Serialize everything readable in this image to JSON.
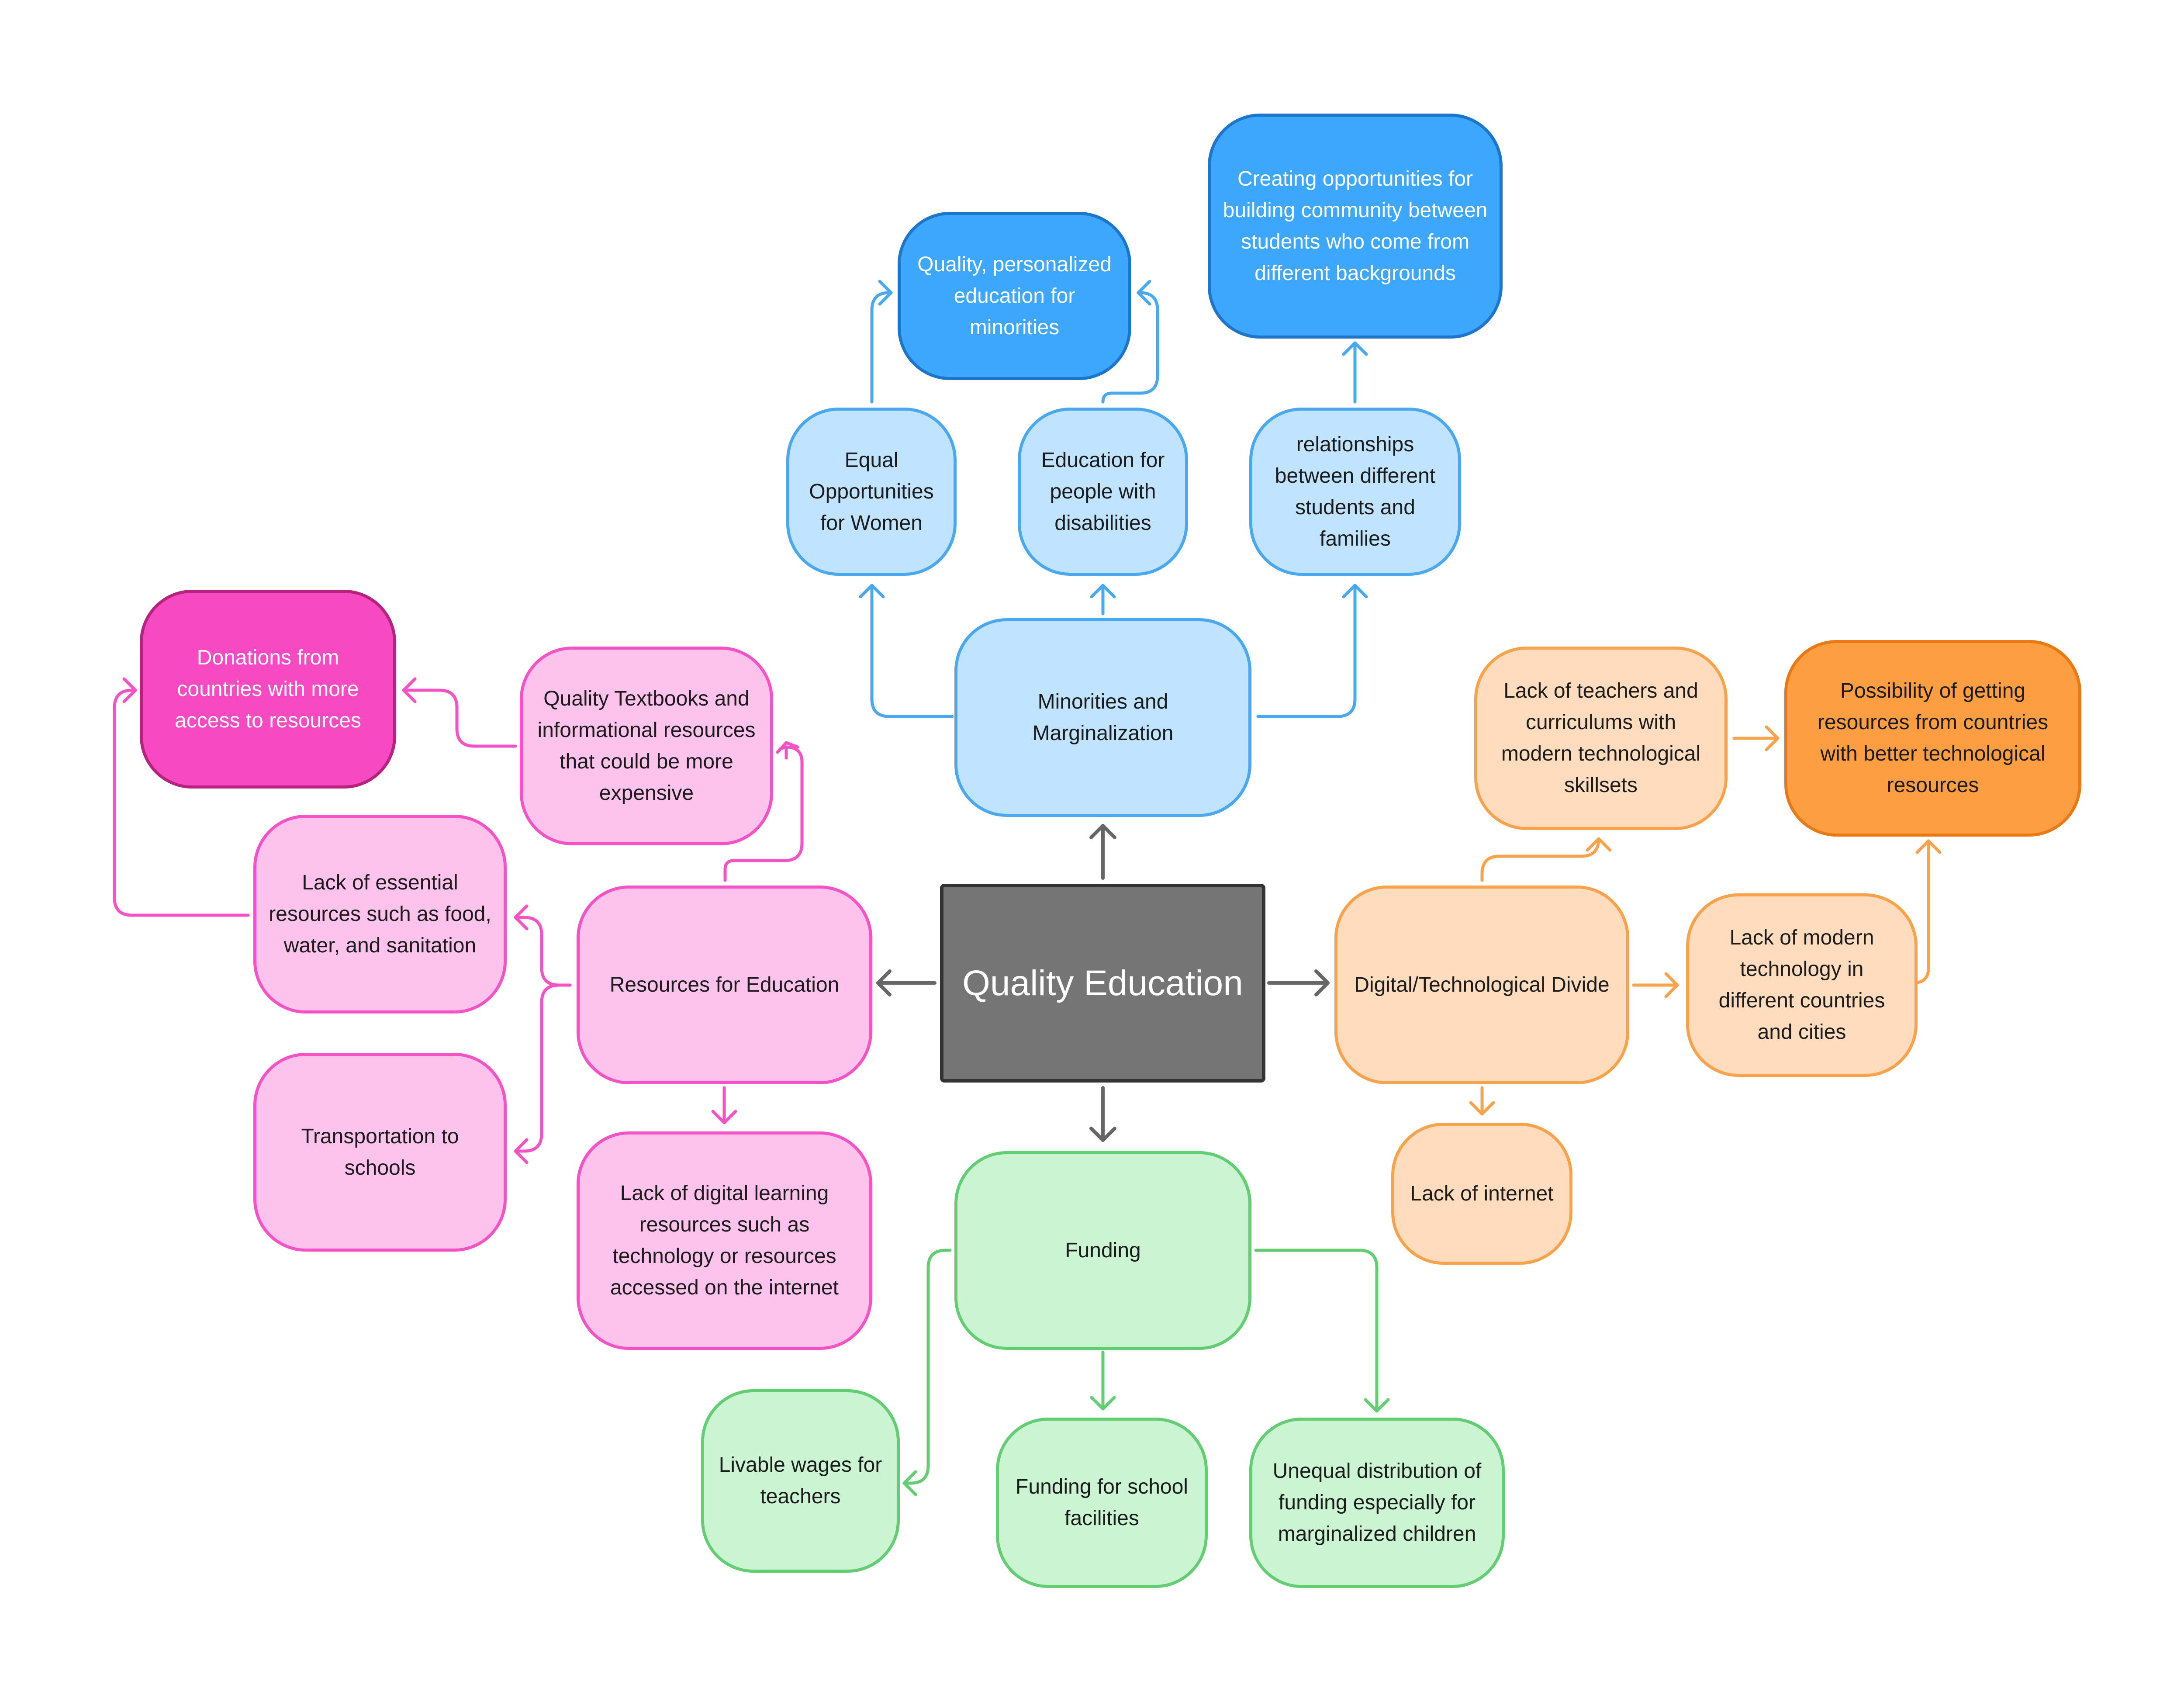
{
  "colors": {
    "center_fill": "#757575",
    "center_connector": "#666666",
    "pink": "#f452c5",
    "pink_light_fill": "#fdc3ec",
    "pink_dark_fill": "#f74ac2",
    "blue": "#4aa8ee",
    "blue_light_fill": "#c0e3ff",
    "blue_dark_fill": "#3ca7fd",
    "orange": "#f8a34b",
    "orange_light_fill": "#ffdcbe",
    "orange_dark_fill": "#fe9e43",
    "green": "#62cd73",
    "green_light_fill": "#cbf5d2"
  },
  "center": {
    "label": "Quality Education"
  },
  "branches": {
    "minorities": {
      "label": "Minorities and Marginalization",
      "equal_opportunities": "Equal Opportunities for Women",
      "disabilities": "Education for people with disabilities",
      "relationships": "relationships between different students and families",
      "personalized": "Quality, personalized education for minorities",
      "community": "Creating opportunities for building community between students who come from different backgrounds"
    },
    "resources": {
      "label": "Resources for Education",
      "textbooks": "Quality Textbooks and informational resources that could be more expensive",
      "donations": "Donations from countries with more access to resources",
      "essentials": "Lack of essential resources such as food, water, and sanitation",
      "transportation": "Transportation to schools",
      "digital_learning": "Lack of digital learning resources such as technology or resources accessed on the internet"
    },
    "digital": {
      "label": "Digital/Technological Divide",
      "teachers": "Lack of teachers and curriculums with modern technological skillsets",
      "possibility": "Possibility of getting resources from countries with better technological resources",
      "modern_tech": "Lack of modern technology in different countries and cities",
      "internet": "Lack of internet"
    },
    "funding": {
      "label": "Funding",
      "wages": "Livable wages for teachers",
      "facilities": "Funding for school facilities",
      "unequal": "Unequal distribution of funding especially for marginalized children"
    }
  }
}
